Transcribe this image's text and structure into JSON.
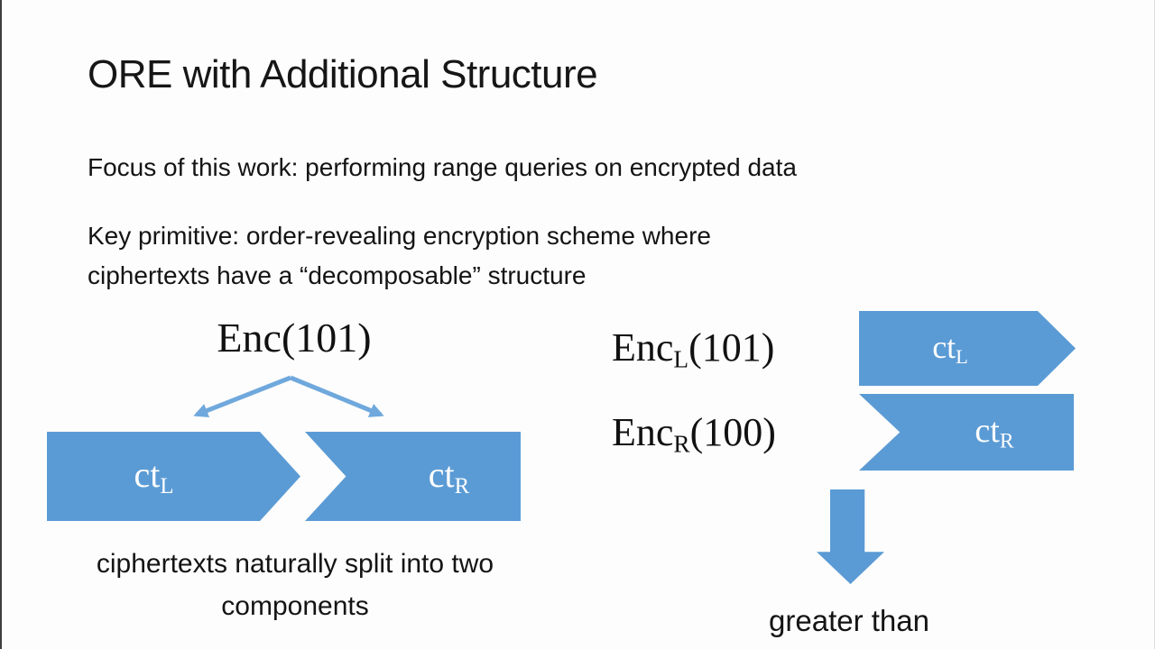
{
  "slide": {
    "title": "ORE with Additional Structure",
    "focus_line": "Focus of this work: performing range queries on encrypted data",
    "key_primitive_line1": "Key primitive: order-revealing encryption scheme where",
    "key_primitive_line2": "ciphertexts have a “decomposable” structure"
  },
  "left_diagram": {
    "enc_label": "Enc(101)",
    "ct_left": {
      "base": "ct",
      "sub": "L"
    },
    "ct_right": {
      "base": "ct",
      "sub": "R"
    },
    "caption_line1": "ciphertexts naturally split into two",
    "caption_line2": "components"
  },
  "right_diagram": {
    "enc_left": {
      "base": "Enc",
      "sub": "L",
      "args": "(101)"
    },
    "enc_right": {
      "base": "Enc",
      "sub": "R",
      "args": "(100)"
    },
    "ct_left": {
      "base": "ct",
      "sub": "L"
    },
    "ct_right": {
      "base": "ct",
      "sub": "R"
    },
    "result_label": "greater than"
  },
  "colors": {
    "accent_blue": "#5b9bd5",
    "arrow_blue": "#6fa8dc",
    "text": "#141414",
    "background": "#fdfdfd"
  }
}
